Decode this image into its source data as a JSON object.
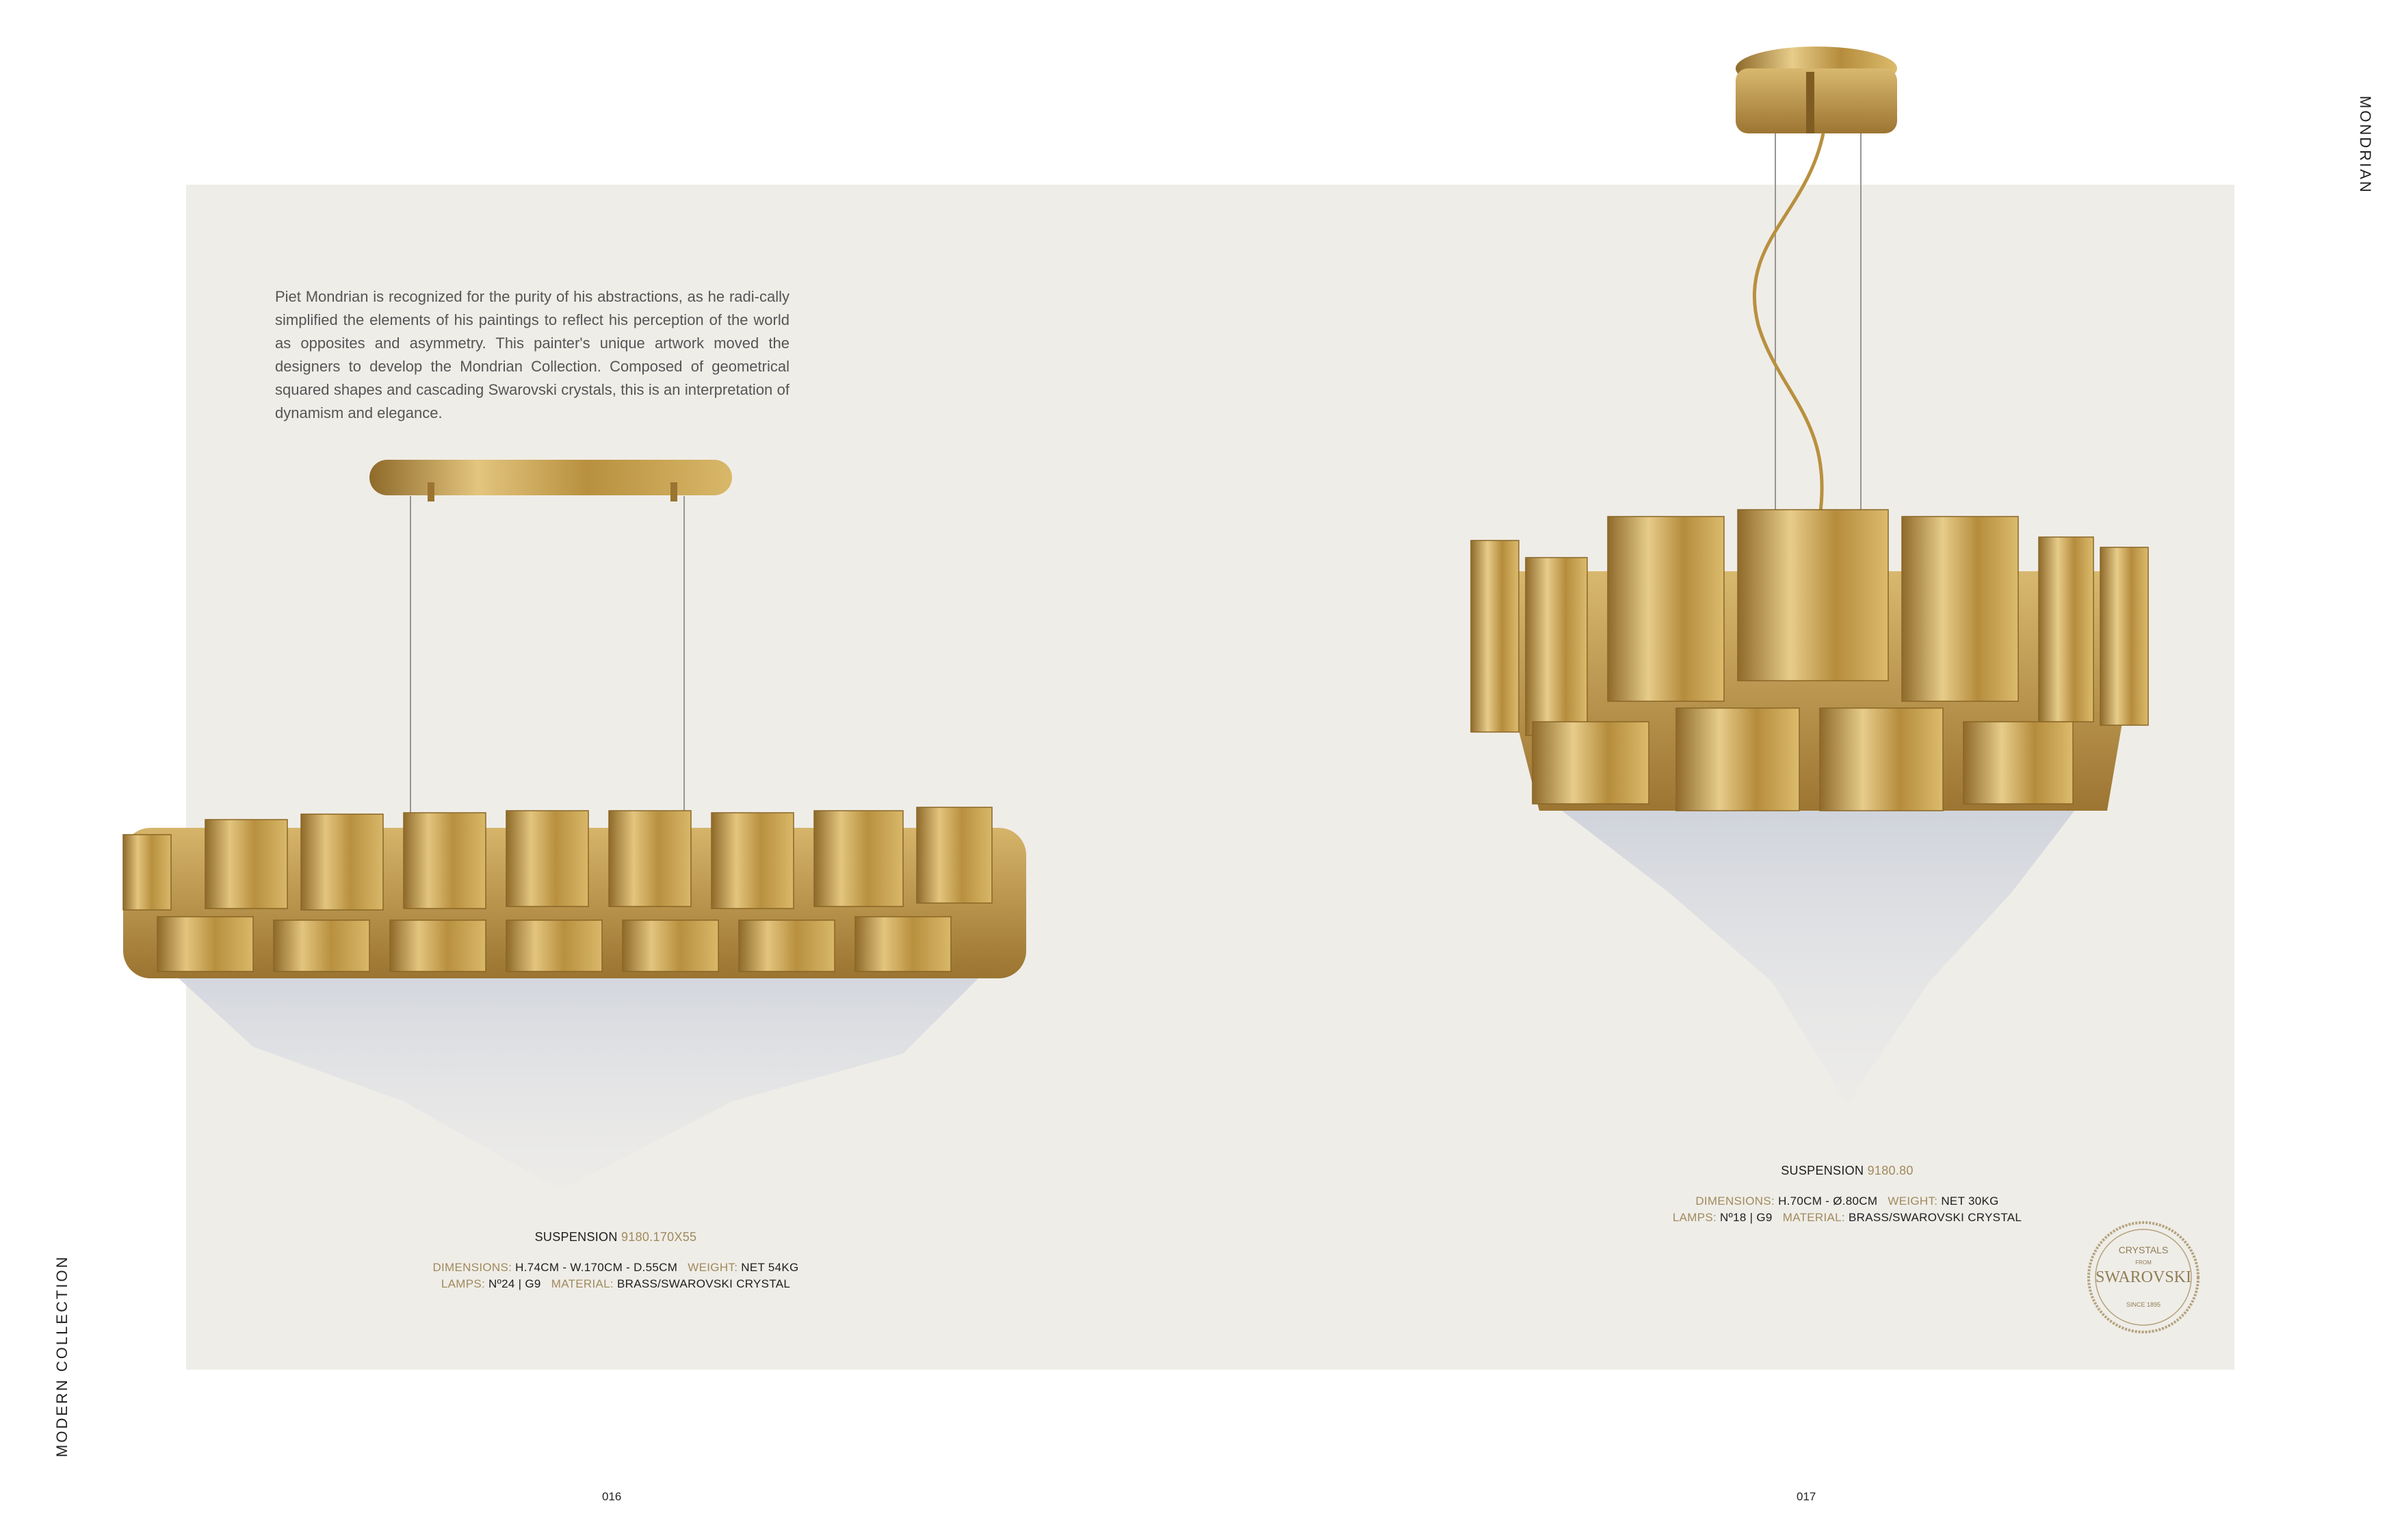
{
  "side_labels": {
    "right": "MONDRIAN",
    "left": "MODERN COLLECTION"
  },
  "intro_text": "Piet Mondrian is recognized for the purity of his abstractions, as he radi-cally simplified the elements of his paintings to reflect his perception of the world as opposites and asymmetry. This painter's unique artwork moved the designers to develop the Mondrian Collection. Composed of geometrical squared shapes and cascading Swarovski crystals, this is an interpretation of dynamism and elegance.",
  "products": {
    "left": {
      "type": "SUSPENSION",
      "code": "9180.170X55",
      "dimensions_label": "DIMENSIONS:",
      "dimensions": "H.74CM - W.170CM - D.55CM",
      "weight_label": "WEIGHT:",
      "weight": "NET 54KG",
      "lamps_label": "LAMPS:",
      "lamps": "Nº24 | G9",
      "material_label": "MATERIAL:",
      "material": "BRASS/SWAROVSKI CRYSTAL"
    },
    "right": {
      "type": "SUSPENSION",
      "code": "9180.80",
      "dimensions_label": "DIMENSIONS:",
      "dimensions": "H.70CM - Ø.80CM",
      "weight_label": "WEIGHT:",
      "weight": "NET 30KG",
      "lamps_label": "LAMPS:",
      "lamps": "Nº18 | G9",
      "material_label": "MATERIAL:",
      "material": "BRASS/SWAROVSKI CRYSTAL"
    }
  },
  "badge": {
    "top": "CRYSTALS",
    "from": "FROM",
    "brand": "SWAROVSKI",
    "since": "SINCE 1895"
  },
  "page_numbers": {
    "left": "016",
    "right": "017"
  },
  "colors": {
    "panel": "#efede8",
    "gold": "#c9a455",
    "accent_text": "#a08a5c"
  }
}
